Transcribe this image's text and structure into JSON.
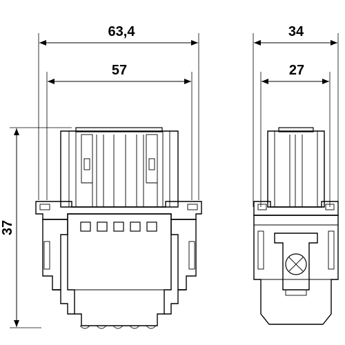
{
  "dimensions": {
    "front_outer_width": "63,4",
    "front_inner_width": "57",
    "side_outer_width": "34",
    "side_inner_width": "27",
    "height": "37"
  },
  "colors": {
    "line": "#000000",
    "background": "#ffffff"
  }
}
